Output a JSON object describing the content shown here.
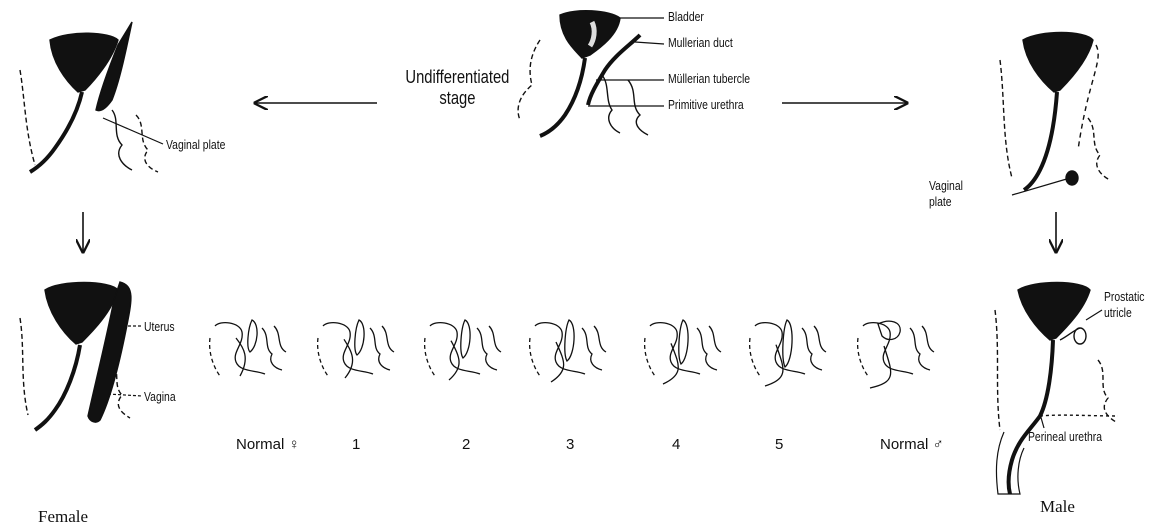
{
  "labels": {
    "bladder": "Bladder",
    "mullerian_duct": "Mullerian duct",
    "mullerian_tubercle": "Müllerian tubercle",
    "primitive_urethra": "Primitive urethra",
    "undifferentiated_line1": "Undifferentiated",
    "undifferentiated_line2": "stage",
    "vaginal_plate_female": "Vaginal plate",
    "vaginal_plate_male": "Vaginal plate",
    "uterus": "Uterus",
    "vagina": "Vagina",
    "prostatic_utricle_line1": "Prostatic",
    "prostatic_utricle_line2": "utricle",
    "perineal_urethra": "Perineal urethra",
    "female": "Female",
    "male": "Male"
  },
  "series_labels": [
    "Normal ♀",
    "1",
    "2",
    "3",
    "4",
    "5",
    "Normal ♂"
  ]
}
